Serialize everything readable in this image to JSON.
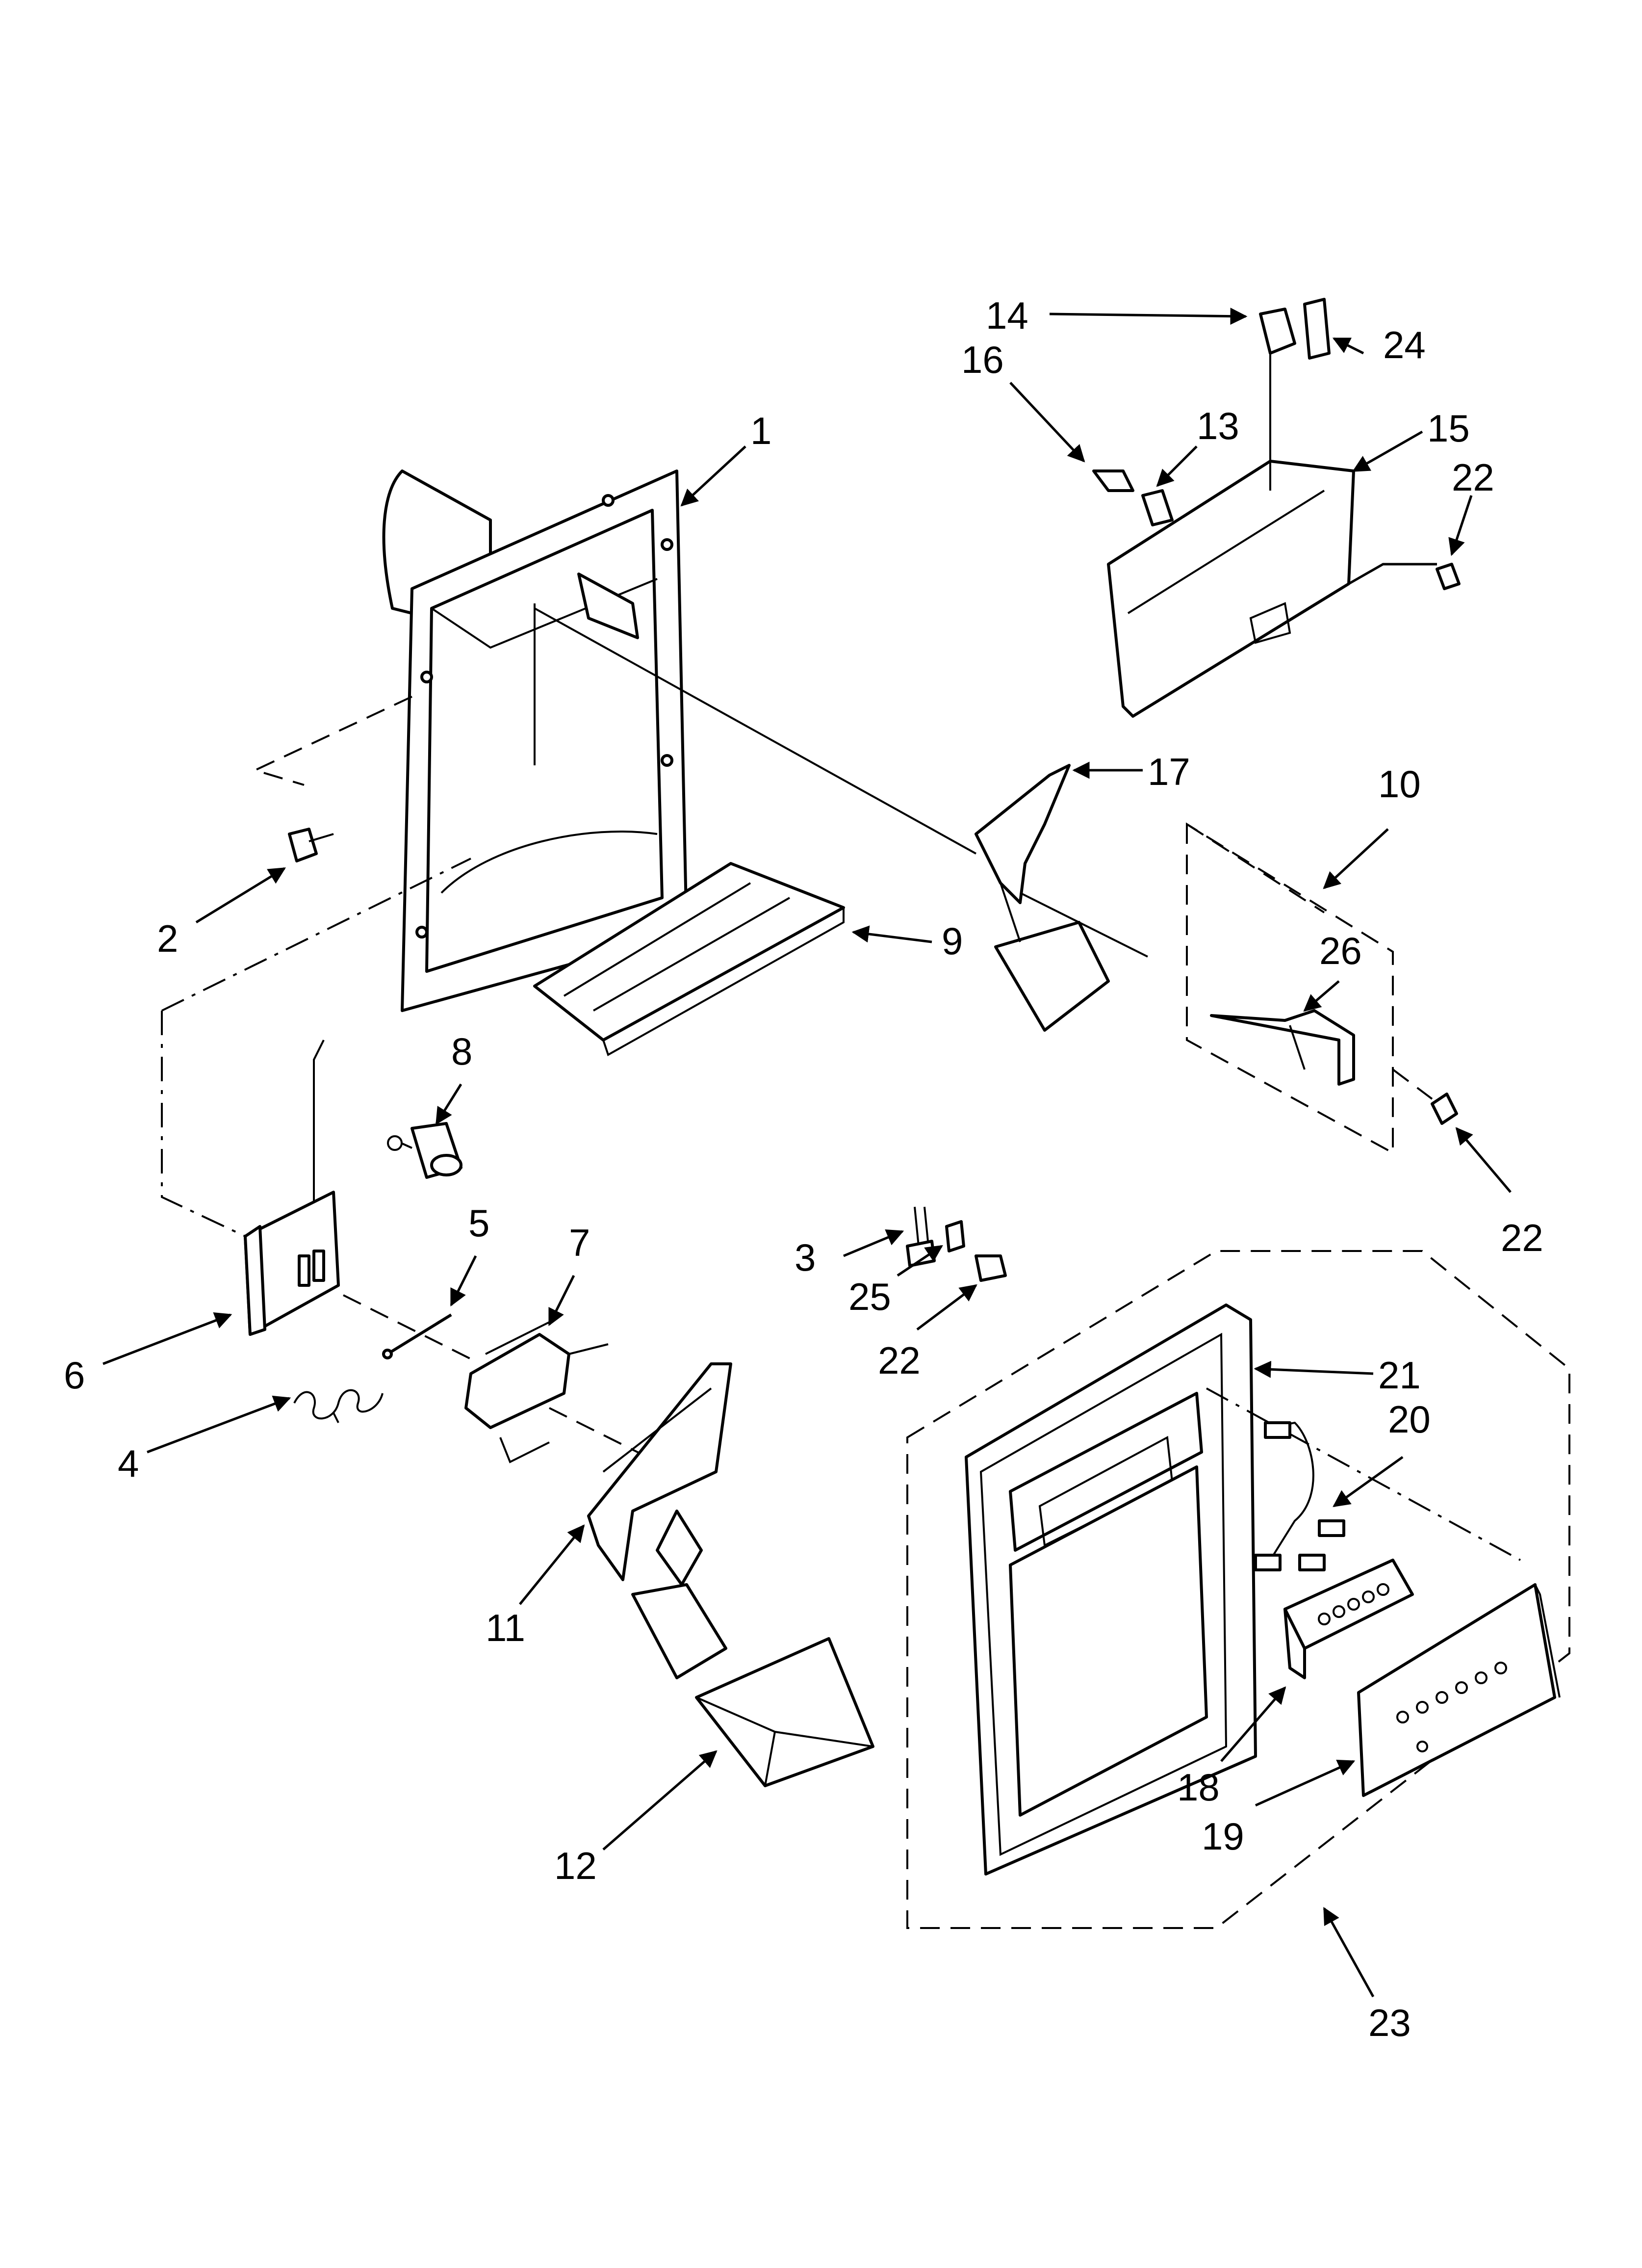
{
  "callouts": {
    "p1": "1",
    "p2": "2",
    "p3": "3",
    "p4": "4",
    "p5": "5",
    "p6": "6",
    "p7": "7",
    "p8": "8",
    "p9": "9",
    "p10": "10",
    "p11": "11",
    "p12": "12",
    "p13": "13",
    "p14": "14",
    "p15": "15",
    "p16": "16",
    "p17": "17",
    "p18": "18",
    "p19": "19",
    "p20": "20",
    "p21": "21",
    "p22a": "22",
    "p22b": "22",
    "p22c": "22",
    "p23": "23",
    "p24": "24",
    "p25": "25",
    "p26": "26"
  }
}
